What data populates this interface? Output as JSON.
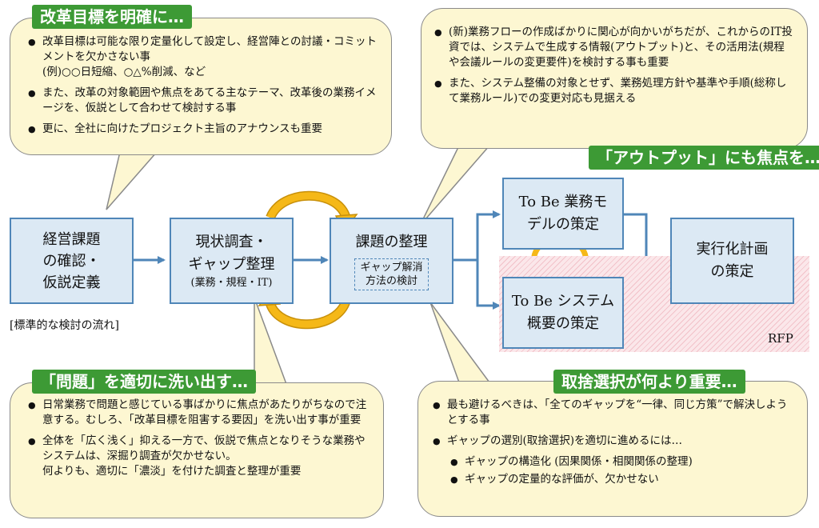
{
  "labels": {
    "goal": "改革目標を明確に…",
    "output": "「アウトプット」にも焦点を…",
    "problem": "「問題」を適切に洗い出す…",
    "choice": "取捨選択が何より重要…"
  },
  "bubbles": {
    "top_left": [
      "改革目標は可能な限り定量化して設定し、経営陣との討議・コミットメントを欠かさない事\n(例)○○日短縮、○△%削減、など",
      "また、改革の対象範囲や焦点をあてる主なテーマ、改革後の業務イメージを、仮説として合わせて検討する事",
      "更に、全社に向けたプロジェクト主旨のアナウンスも重要"
    ],
    "top_right": [
      "(新)業務フローの作成ばかりに関心が向かいがちだが、これからのIT投資では、システムで生成する情報(アウトプット)と、その活用法(規程や会議ルールの変更要件)を検討する事も重要",
      "また、システム整備の対象とせず、業務処理方針や基準や手順(総称して業務ルール)での変更対応も見据える"
    ],
    "bottom_left": [
      "日常業務で問題と感じている事ばかりに焦点があたりがちなので注意する。むしろ、「改革目標を阻害する要因」を洗い出す事が重要",
      "全体を「広く浅く」抑える一方で、仮説で焦点となりそうな業務やシステムは、深掘り調査が欠かせない。\n何よりも、適切に「濃淡」を付けた調査と整理が重要"
    ],
    "bottom_right": {
      "items": [
        "最も避けるべきは、「全てのギャップを“一律、同じ方策”で解決しようとする事",
        "ギャップの選別(取捨選択)を適切に進めるには…"
      ],
      "sub_items": [
        "ギャップの構造化 (因果関係・相関関係の整理)",
        "ギャップの定量的な評価が、欠かせない"
      ]
    }
  },
  "boxes": {
    "management": "経営課題\nの確認・\n仮説定義",
    "survey_title": "現状調査・\nギャップ整理",
    "survey_sub": "(業務・規程・IT)",
    "issue_title": "課題の整理",
    "issue_sub": "ギャップ解消\n方法の検討",
    "tobe_business": "To Be 業務モ\nデルの策定",
    "tobe_system": "To Be システム\n概要の策定",
    "plan": "実行化計画\nの策定"
  },
  "caption": "[標準的な検討の流れ]",
  "rfp": "RFP",
  "colors": {
    "bubble_fill": "#fdf7d2",
    "label_green": "#3d9a35",
    "box_fill": "#dce9f4",
    "box_border": "#4f86b8",
    "cycle_arrow": "#f5b818"
  }
}
